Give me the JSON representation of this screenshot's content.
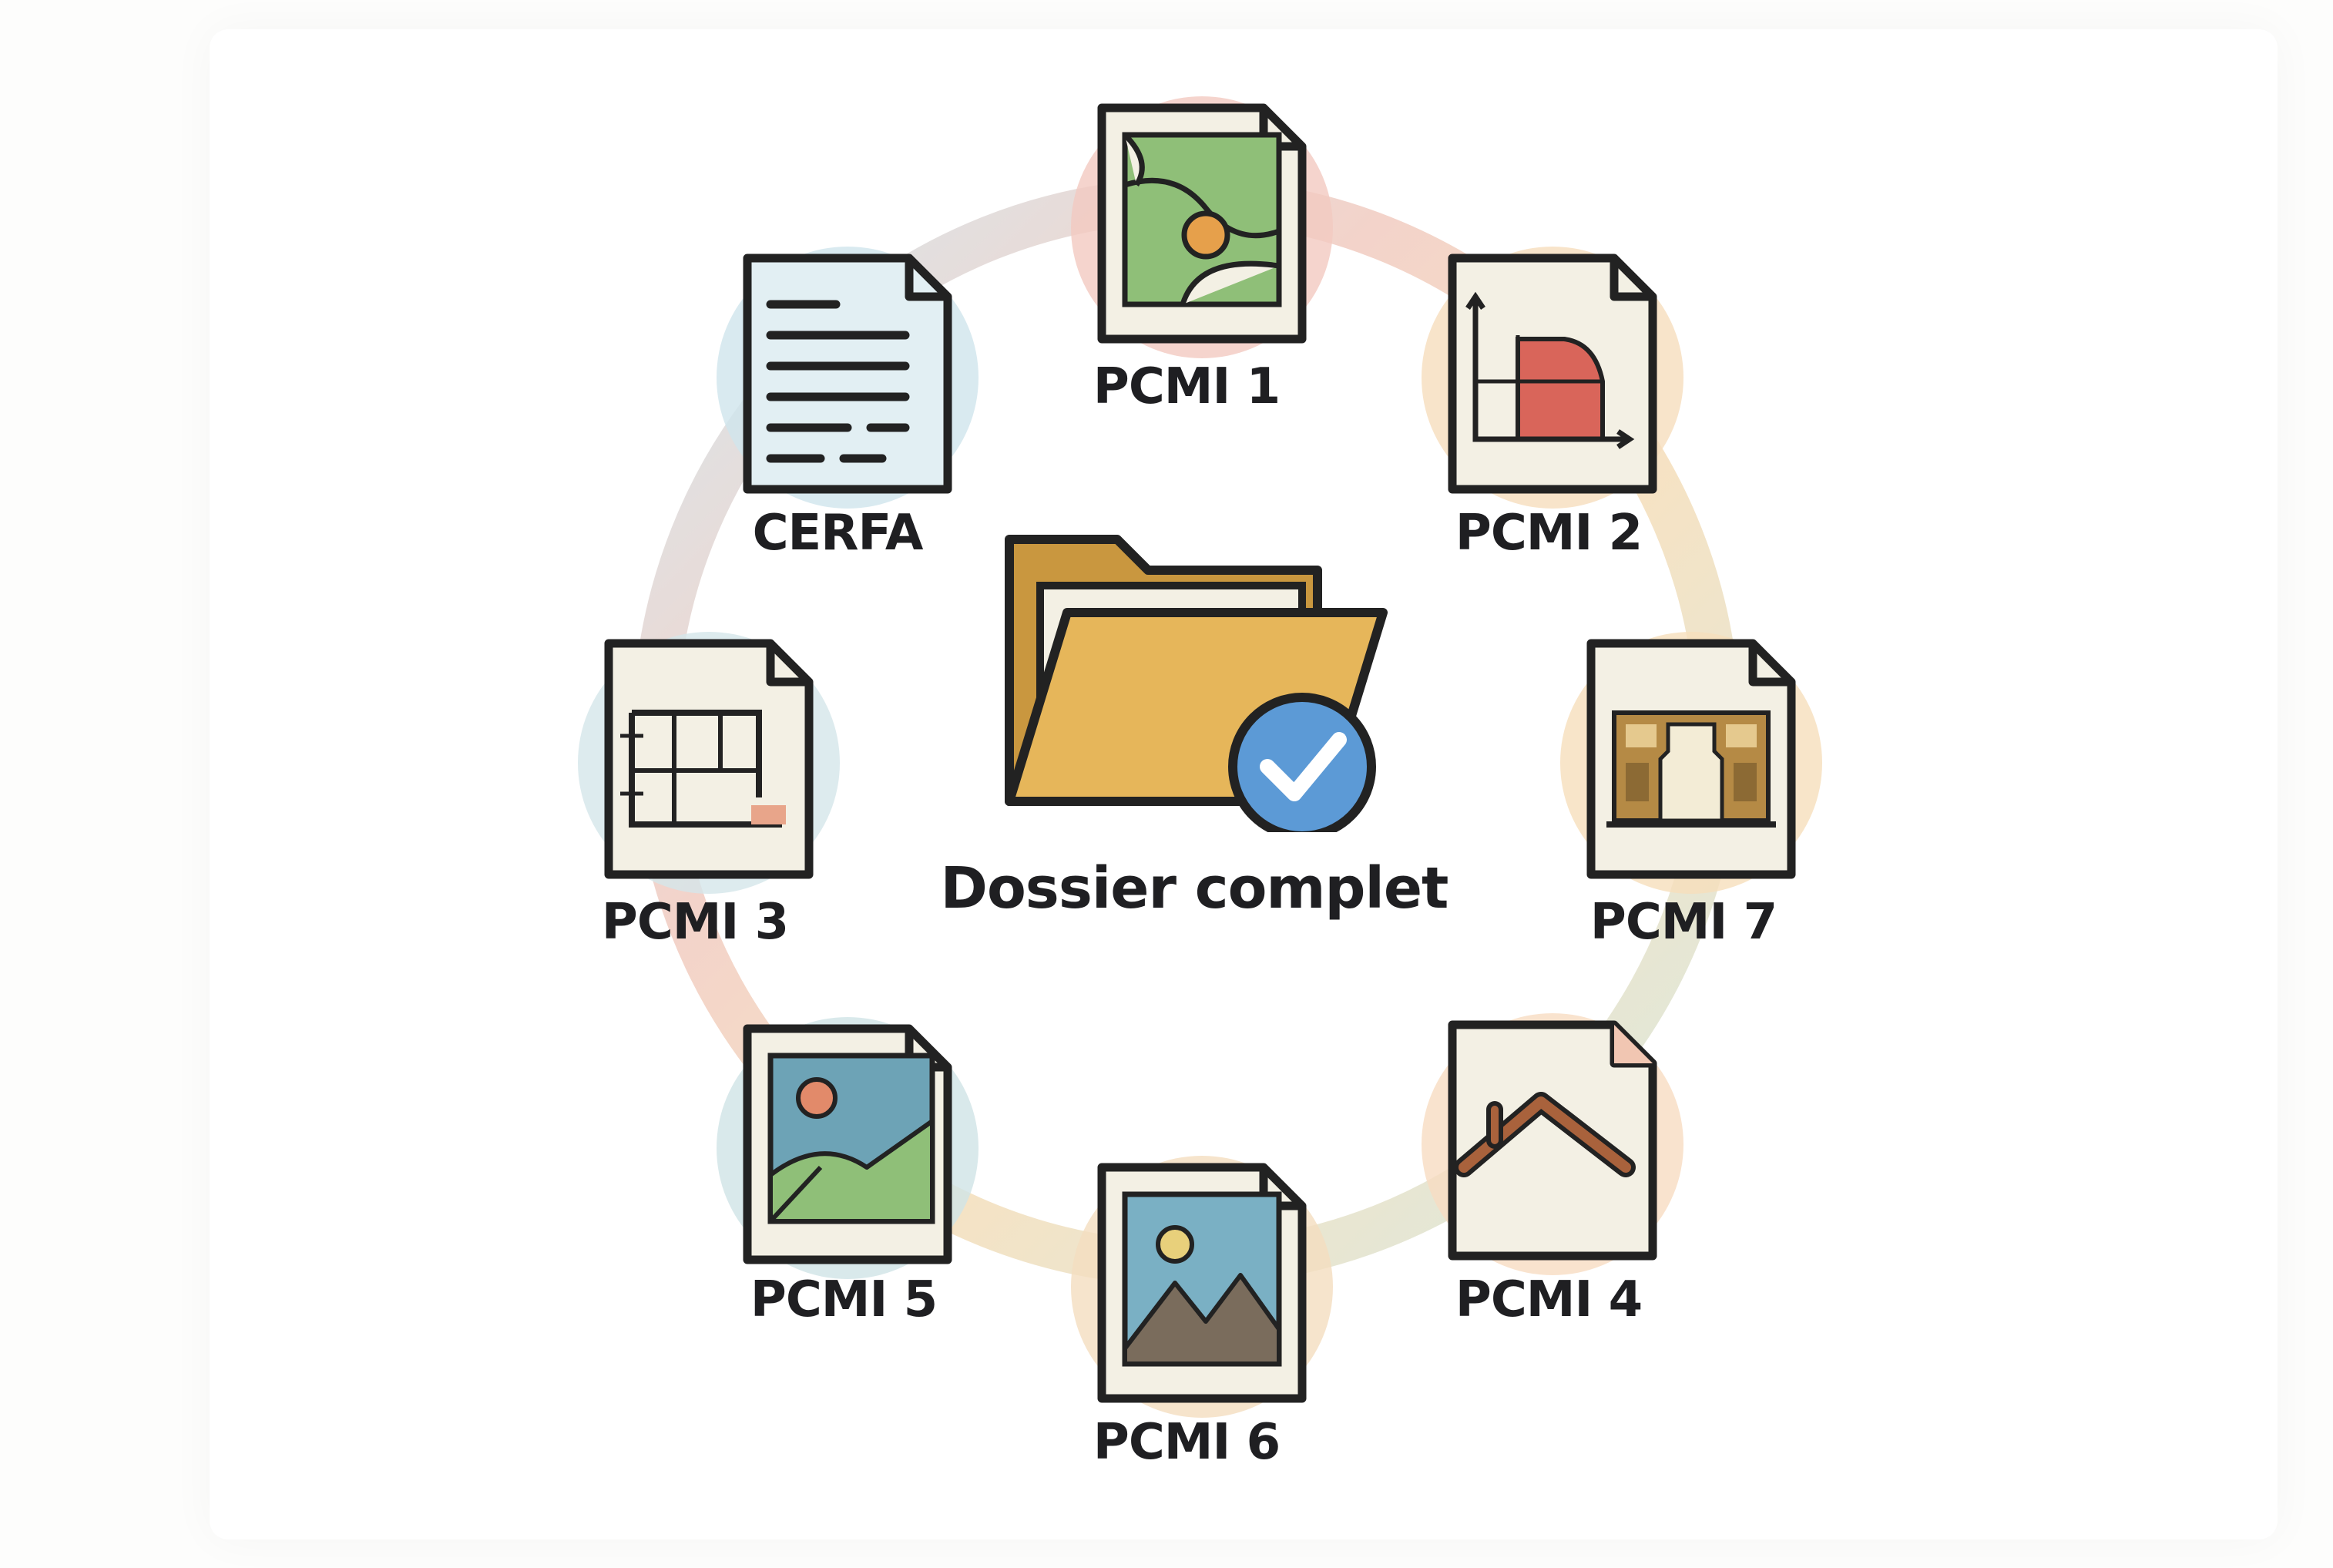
{
  "center": {
    "label": "Dossier complet",
    "icon": "folder-check-icon"
  },
  "documents": [
    {
      "id": "pcmi1",
      "label": "PCMI 1",
      "icon": "map-icon",
      "halo": "#f2c9c0"
    },
    {
      "id": "pcmi2",
      "label": "PCMI 2",
      "icon": "section-chart-icon",
      "halo": "#f6ddbd"
    },
    {
      "id": "pcmi7",
      "label": "PCMI 7",
      "icon": "photo-interior-icon",
      "halo": "#f6dfbc"
    },
    {
      "id": "pcmi4",
      "label": "PCMI 4",
      "icon": "roof-icon",
      "halo": "#f7dcc2"
    },
    {
      "id": "pcmi6",
      "label": "PCMI 6",
      "icon": "landscape-icon",
      "halo": "#f4ddbf"
    },
    {
      "id": "pcmi5",
      "label": "PCMI 5",
      "icon": "landscape-photo-icon",
      "halo": "#cfe4e6"
    },
    {
      "id": "pcmi3",
      "label": "PCMI 3",
      "icon": "floor-plan-icon",
      "halo": "#d4e6ea"
    },
    {
      "id": "cerfa",
      "label": "CERFA",
      "icon": "form-text-icon",
      "halo": "#cfe5ec"
    }
  ],
  "colors": {
    "outline": "#222222",
    "paper": "#f3f0e4",
    "folder": "#e6b65a",
    "check": "#5c9ad6"
  }
}
